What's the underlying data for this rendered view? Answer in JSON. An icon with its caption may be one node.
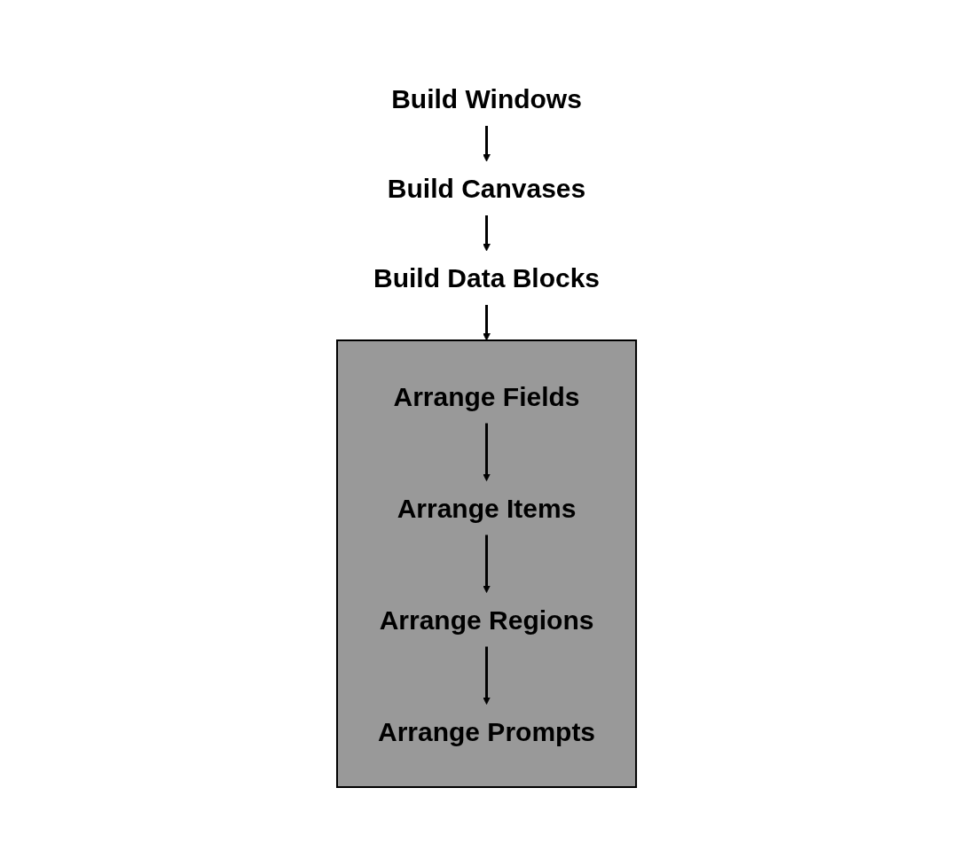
{
  "diagram": {
    "nodes": [
      {
        "text": [
          "Build Windows"
        ]
      },
      {
        "text": [
          "Build Canvases"
        ]
      },
      {
        "text": [
          "Build Data Blocks"
        ]
      },
      {
        "text": [],
        "shape": "box"
      },
      {
        "text": [
          "Arrange Fields"
        ],
        "in": 3
      },
      {
        "text": [
          "Arrange Items"
        ],
        "in": 3
      },
      {
        "text": [
          "Arrange Regions"
        ],
        "in": 3
      },
      {
        "text": [
          "Arrange Prompts"
        ],
        "in": 3
      }
    ],
    "edges": [
      {
        "from": 0,
        "to": 1,
        "arrow": "to"
      },
      {
        "from": 1,
        "to": 2,
        "arrow": "to"
      },
      {
        "from": 2,
        "to": 3,
        "arrow": "to"
      },
      {
        "from": 4,
        "to": 5,
        "arrow": "to"
      },
      {
        "from": 5,
        "to": 6,
        "arrow": "to"
      },
      {
        "from": 6,
        "to": 7,
        "arrow": "to"
      }
    ]
  }
}
